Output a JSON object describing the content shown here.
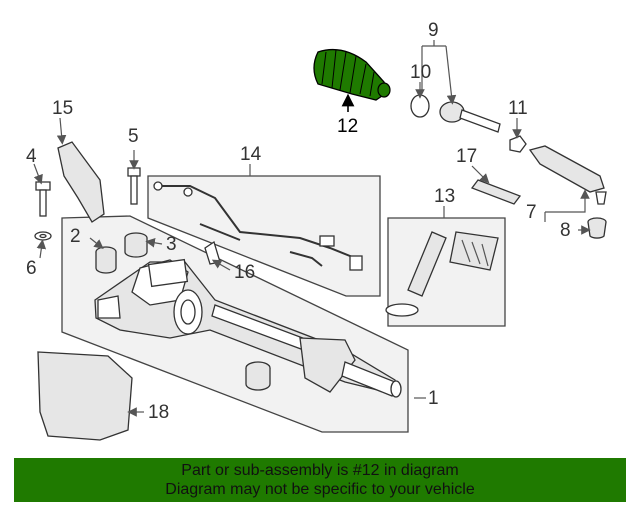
{
  "callouts": [
    "1",
    "2",
    "3",
    "4",
    "5",
    "6",
    "7",
    "8",
    "9",
    "10",
    "11",
    "12",
    "13",
    "14",
    "15",
    "16",
    "17",
    "18"
  ],
  "highlight_color": "#1f7a00",
  "banner": {
    "line1": "Part or sub-assembly is #12 in diagram",
    "line2": "Diagram may not be specific to your vehicle"
  }
}
